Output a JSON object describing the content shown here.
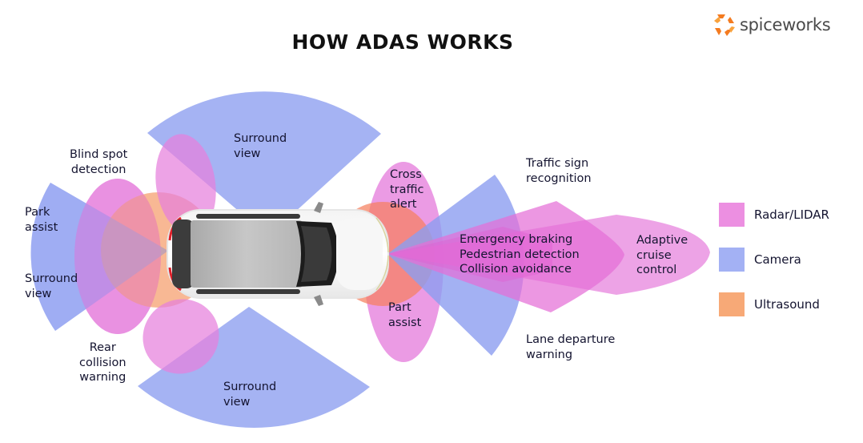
{
  "title": "HOW ADAS WORKS",
  "brand": {
    "name": "spiceworks",
    "icon": "spiceworks-logo-icon",
    "accent": "#f47b20",
    "text_color": "#4a4a4a"
  },
  "colors": {
    "radar_lidar": "#e67fdc",
    "camera": "#8c9ef0",
    "ultrasound": "#f5a070"
  },
  "legend": [
    {
      "label": "Radar/LIDAR",
      "color": "#ec8fe1"
    },
    {
      "label": "Camera",
      "color": "#a3b1f4"
    },
    {
      "label": "Ultrasound",
      "color": "#f7a977"
    }
  ],
  "labels": {
    "blind_spot": [
      "Blind spot",
      "detection"
    ],
    "park_assist": [
      "Park",
      "assist"
    ],
    "surround_left": [
      "Surround",
      "view"
    ],
    "rear_collision": [
      "Rear",
      "collision",
      "warning"
    ],
    "surround_top": [
      "Surround",
      "view"
    ],
    "surround_bottom": [
      "Surround",
      "view"
    ],
    "cross_traffic": [
      "Cross",
      "traffic",
      "alert"
    ],
    "part_assist": [
      "Part",
      "assist"
    ],
    "traffic_sign": [
      "Traffic sign",
      "recognition"
    ],
    "emergency": [
      "Emergency braking",
      "Pedestrian detection",
      "Collision avoidance"
    ],
    "adaptive_cruise": [
      "Adaptive",
      "cruise",
      "control"
    ],
    "lane_departure": [
      "Lane departure",
      "warning"
    ]
  }
}
